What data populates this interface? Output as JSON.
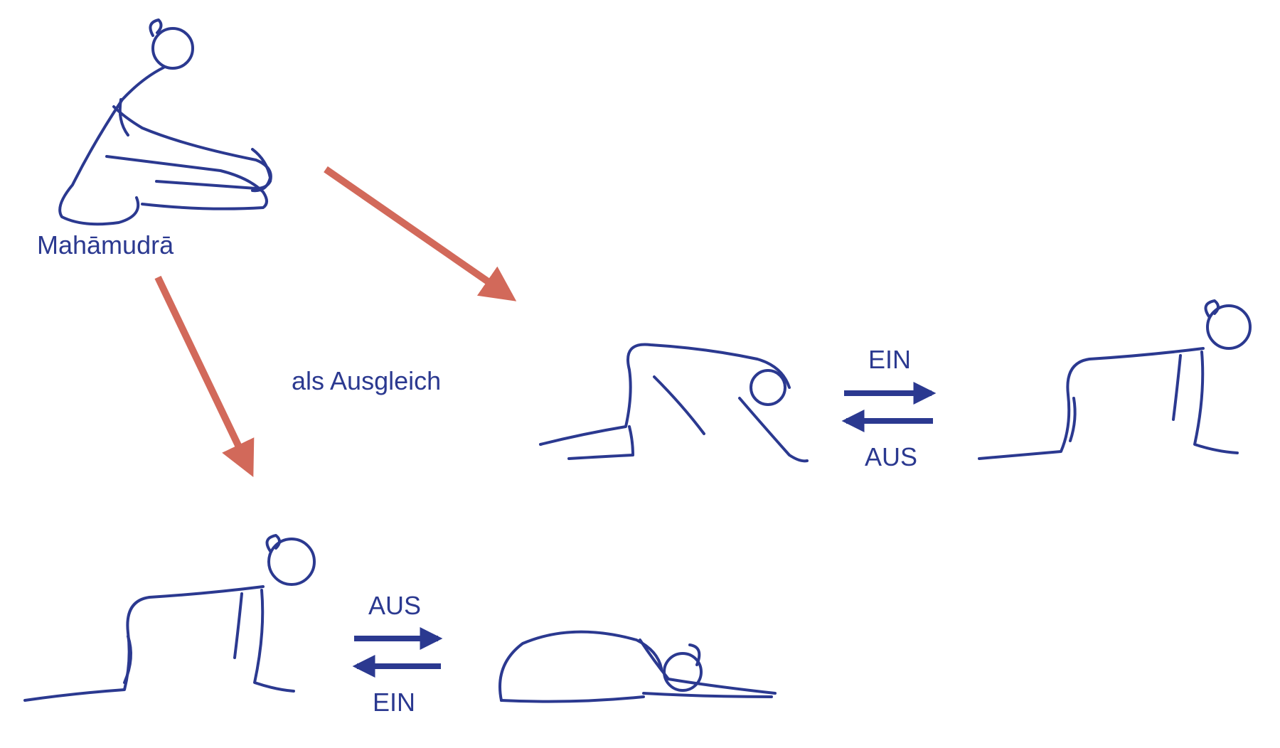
{
  "colors": {
    "ink": "#2b3990",
    "accent_arrow": "#d2695a",
    "background": "#ffffff"
  },
  "labels": {
    "mahamudra": "Mahāmudrā",
    "als_ausgleich": "als Ausgleich",
    "right_ein": "EIN",
    "right_aus": "AUS",
    "bottom_aus": "AUS",
    "bottom_ein": "EIN"
  }
}
